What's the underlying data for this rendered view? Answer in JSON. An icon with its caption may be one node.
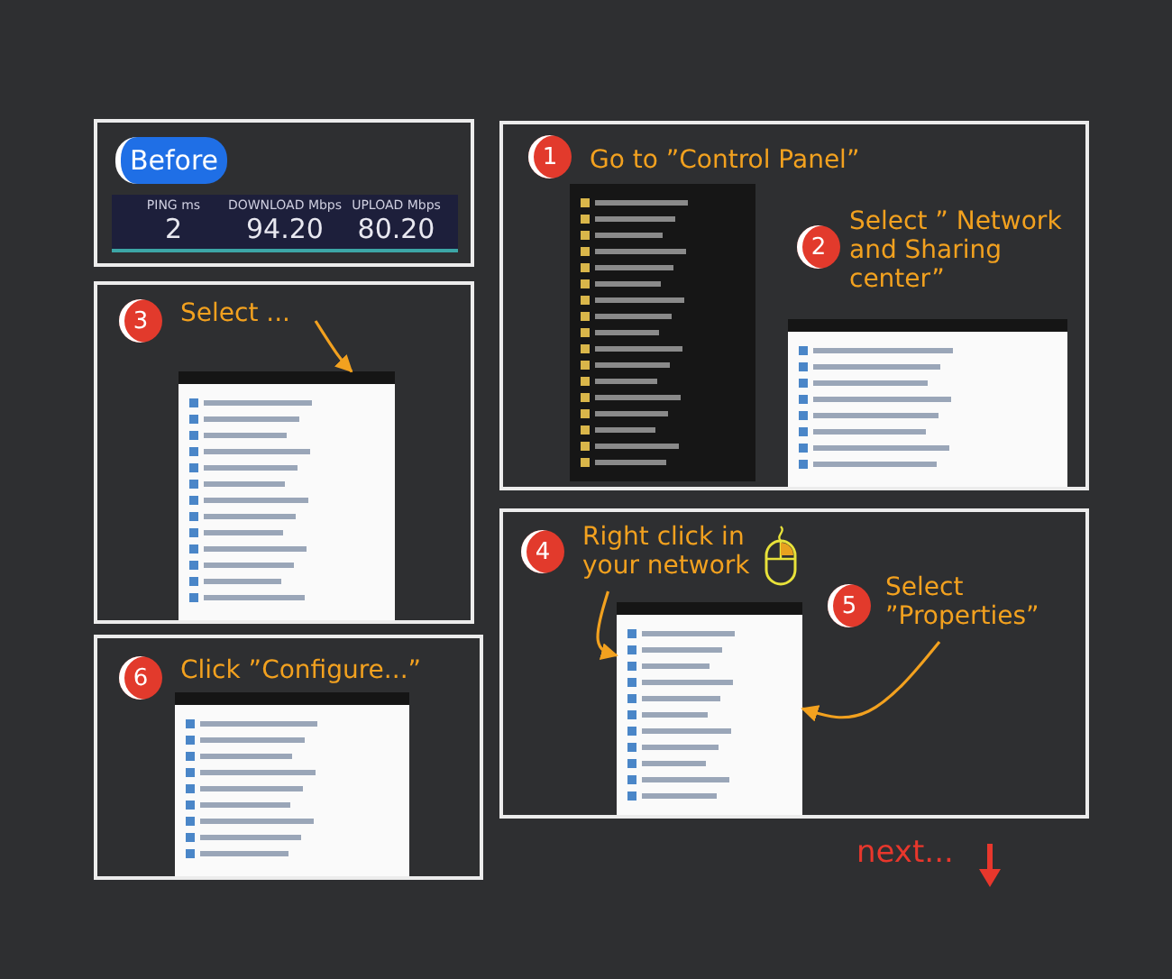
{
  "diagram": {
    "nodes": [
      {
        "text": [],
        "shape": "box"
      },
      {
        "text": [
          "Before"
        ],
        "in": 0
      },
      {
        "text": [
          "PING ms",
          "2",
          "DOWNLOAD Mbps",
          "94.20",
          "UPLOAD Mbps",
          "80.20"
        ],
        "in": 0
      },
      {
        "text": [],
        "shape": "box"
      },
      {
        "text": [
          "1"
        ],
        "in": 3
      },
      {
        "text": [
          "Go to ”Control Panel”"
        ],
        "in": 3
      },
      {
        "text": [],
        "shape": "picture",
        "in": 3
      },
      {
        "text": [
          "2"
        ],
        "in": 3
      },
      {
        "text": [
          "Select ” Network and Sharing center”"
        ],
        "in": 3
      },
      {
        "text": [],
        "shape": "picture",
        "in": 3
      },
      {
        "text": [],
        "shape": "box"
      },
      {
        "text": [
          "3"
        ],
        "in": 10
      },
      {
        "text": [
          "Select ..."
        ],
        "in": 10
      },
      {
        "text": [],
        "shape": "picture",
        "in": 10
      },
      {
        "text": [],
        "shape": "box"
      },
      {
        "text": [
          "4"
        ],
        "in": 14
      },
      {
        "text": [
          "Right click in your network"
        ],
        "in": 14
      },
      {
        "text": [],
        "shape": "picture",
        "in": 14
      },
      {
        "text": [
          "5"
        ],
        "in": 14
      },
      {
        "text": [
          "Select ”Properties”"
        ],
        "in": 14
      },
      {
        "text": [],
        "shape": "box"
      },
      {
        "text": [
          "6"
        ],
        "in": 20
      },
      {
        "text": [
          "Click ”Configure...”"
        ],
        "in": 20
      },
      {
        "text": [],
        "shape": "picture",
        "in": 20
      }
    ],
    "edges": [
      {
        "from": 12,
        "to": 13,
        "arrow": "to"
      },
      {
        "from": 16,
        "to": 17,
        "arrow": "to"
      },
      {
        "from": 19,
        "to": 17,
        "arrow": "to"
      }
    ],
    "labels": [
      "next..."
    ]
  }
}
